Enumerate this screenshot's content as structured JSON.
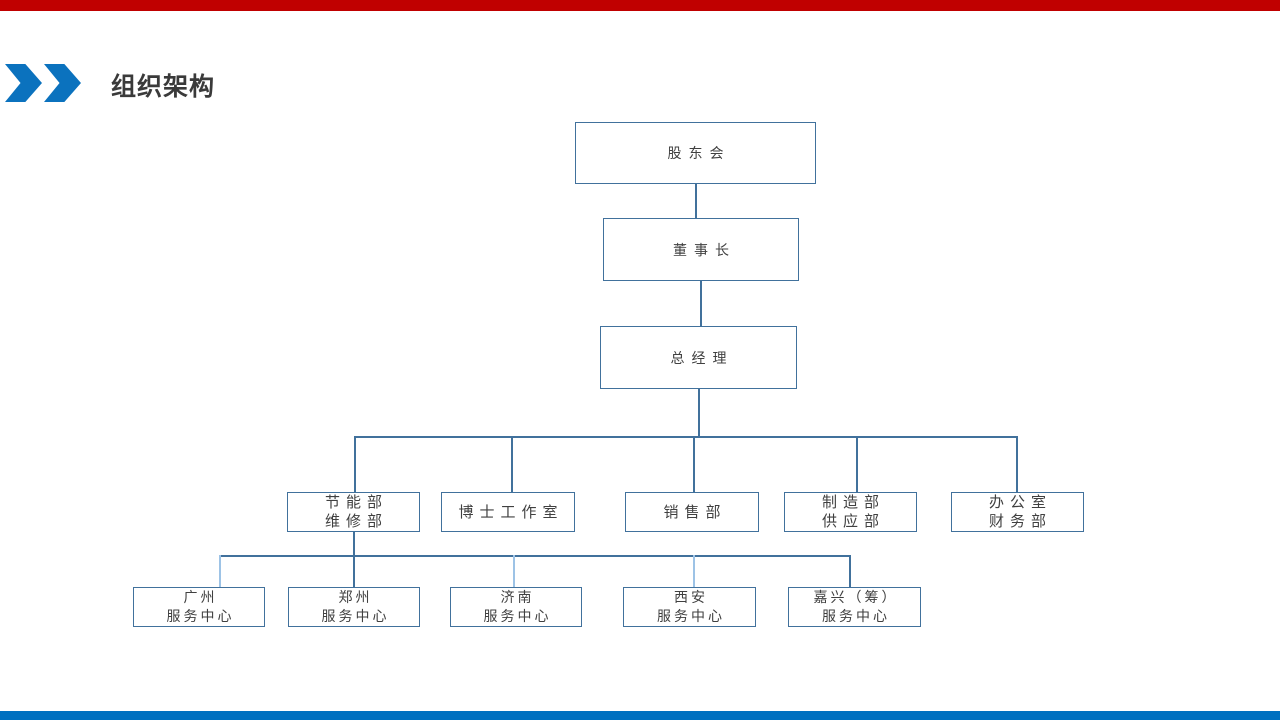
{
  "slide": {
    "title": "组织架构"
  },
  "decorations": {
    "top_bar_color": "#c00000",
    "bottom_bar_color": "#0070c0",
    "chevron_color": "#0b72be",
    "chevron_icon": "double-right-chevron"
  },
  "org_chart": {
    "colors": {
      "box_border": "#41719c",
      "connector": "#41719c",
      "connector_light": "#9dc3e6",
      "text": "#404040"
    },
    "nodes": [
      {
        "id": "shareholders-meeting",
        "line1": "股东会"
      },
      {
        "id": "chairman",
        "line1": "董事长"
      },
      {
        "id": "general-manager",
        "line1": "总经理"
      },
      {
        "id": "energy-saving-maintenance-dept",
        "line1": "节能部",
        "line2": "维修部"
      },
      {
        "id": "doctor-studio",
        "line1": "博士工作室"
      },
      {
        "id": "sales-dept",
        "line1": "销售部"
      },
      {
        "id": "manufacturing-supply-dept",
        "line1": "制造部",
        "line2": "供应部"
      },
      {
        "id": "office-finance-dept",
        "line1": "办公室",
        "line2": "财务部"
      },
      {
        "id": "guangzhou-service-center",
        "line1": "广州",
        "line2": "服务中心"
      },
      {
        "id": "zhengzhou-service-center",
        "line1": "郑州",
        "line2": "服务中心"
      },
      {
        "id": "jinan-service-center",
        "line1": "济南",
        "line2": "服务中心"
      },
      {
        "id": "xian-service-center",
        "line1": "西安",
        "line2": "服务中心"
      },
      {
        "id": "jiaxing-service-center",
        "line1": "嘉兴（筹）",
        "line2": "服务中心"
      }
    ]
  }
}
